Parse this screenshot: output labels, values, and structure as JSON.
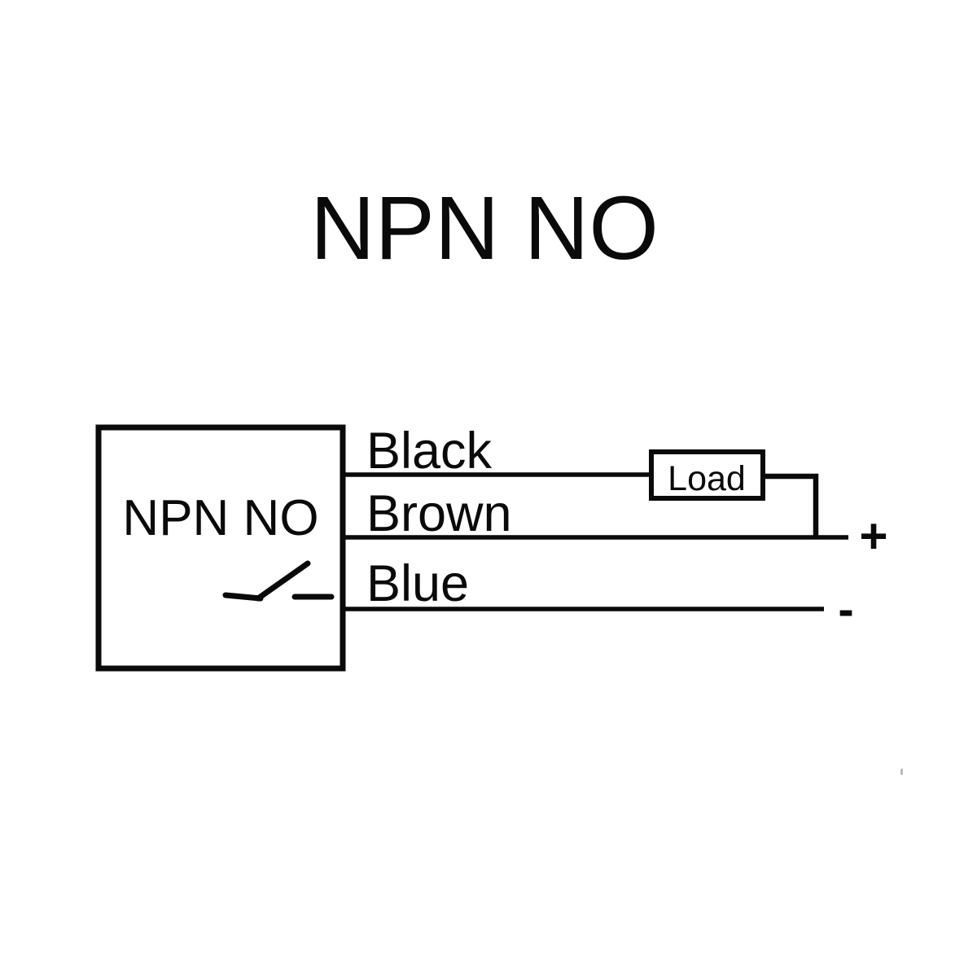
{
  "title": "NPN NO",
  "sensor": {
    "label": "NPN NO"
  },
  "wires": [
    {
      "label": "Black"
    },
    {
      "label": "Brown"
    },
    {
      "label": "Blue"
    }
  ],
  "load": {
    "label": "Load",
    "text_color": "#554bd1"
  },
  "terminals": {
    "positive": "+",
    "negative": "-"
  },
  "colors": {
    "line": "#0a0a0a",
    "background": "#ffffff",
    "load_text": "#554bd1"
  }
}
